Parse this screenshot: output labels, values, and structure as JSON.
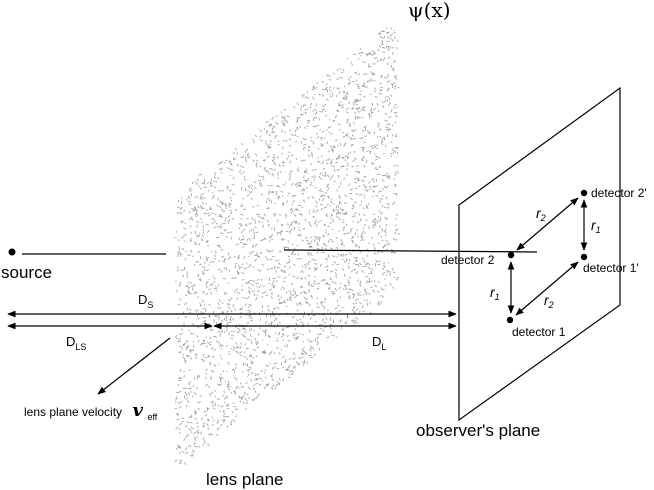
{
  "diagram": {
    "psi_label": "ψ(x)",
    "source_label": "source",
    "lens_plane_label": "lens plane",
    "observer_plane_label": "observer's plane",
    "velocity_label": "lens plane velocity",
    "velocity_symbol": "v",
    "velocity_subscript": "eff",
    "distances": {
      "ds": {
        "main": "D",
        "sub": "S"
      },
      "dls": {
        "main": "D",
        "sub": "LS"
      },
      "dl": {
        "main": "D",
        "sub": "L"
      }
    },
    "detectors": {
      "d1": "detector 1",
      "d2": "detector 2",
      "d1p": "detector 1'",
      "d2p": "detector 2'"
    },
    "baselines": {
      "r1": {
        "main": "r",
        "sub": "1"
      },
      "r2": {
        "main": "r",
        "sub": "2"
      }
    }
  }
}
